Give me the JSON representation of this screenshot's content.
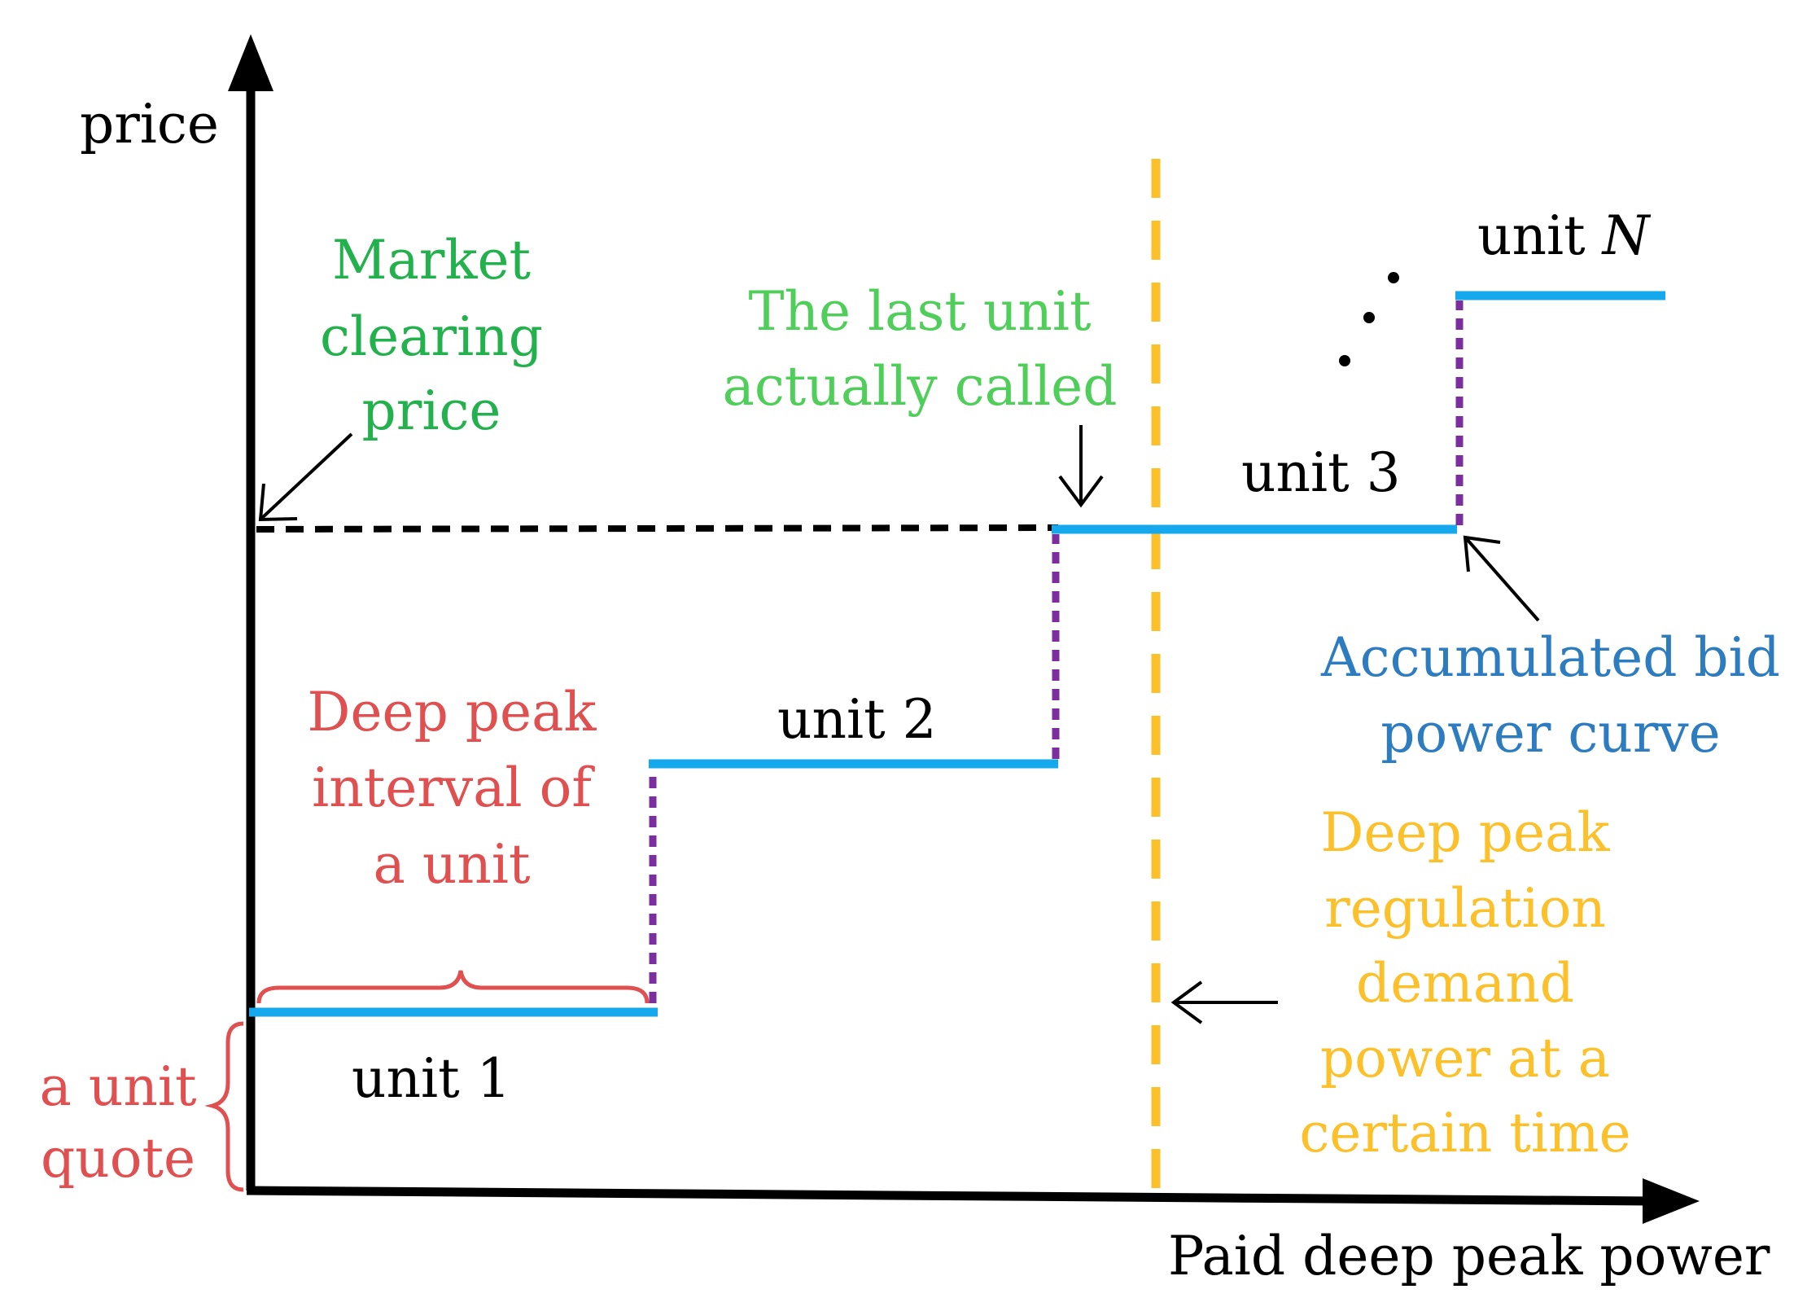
{
  "axes": {
    "y_label": "price",
    "x_label": "Paid deep peak power"
  },
  "units": [
    {
      "label": "unit 1"
    },
    {
      "label": "unit 2"
    },
    {
      "label": "unit 3"
    },
    {
      "label_prefix": "unit ",
      "label_italic": "N"
    }
  ],
  "annotations": {
    "market_clearing_price": [
      "Market",
      "clearing",
      "price"
    ],
    "last_unit_called": [
      "The last unit",
      "actually called"
    ],
    "deep_peak_interval": [
      "Deep peak",
      "interval of",
      "a unit"
    ],
    "unit_quote": [
      "a unit",
      "quote"
    ],
    "accumulated_curve": [
      "Accumulated bid",
      "power curve"
    ],
    "demand_power": [
      "Deep peak",
      "regulation",
      "demand",
      "power at a",
      "certain time"
    ]
  },
  "colors": {
    "axis": "#000000",
    "bid_curve": "#16a8ec",
    "riser": "#7b2f9e",
    "clearing_price_line": "#000000",
    "demand_line": "#fcc12a",
    "market_clearing_text": "#22b14c",
    "last_unit_text": "#4fcf5a",
    "interval_text": "#e05050",
    "curve_text": "#2e7cc0",
    "demand_text": "#fcc12a"
  }
}
